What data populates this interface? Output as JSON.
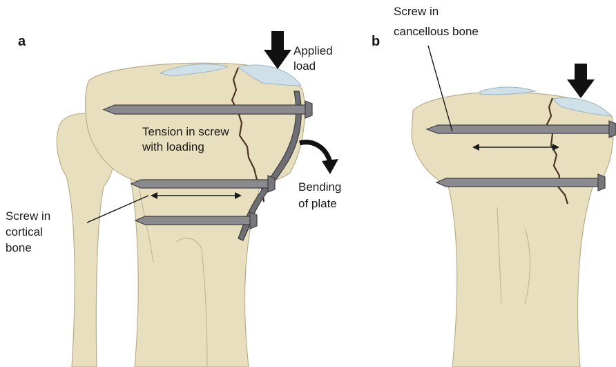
{
  "panels": {
    "a": {
      "letter": "a",
      "applied_load": [
        "Applied",
        "load"
      ],
      "tension": [
        "Tension in screw",
        "with loading"
      ],
      "bending": [
        "Bending",
        "of plate"
      ],
      "cortical": [
        "Screw in",
        "cortical",
        "bone"
      ]
    },
    "b": {
      "letter": "b",
      "cancellous": [
        "Screw in",
        "cancellous bone"
      ]
    }
  },
  "colors": {
    "bone": "#e8dfbf",
    "cartilage": "#cfe0e8",
    "screw": "#8a8a8e",
    "fracture": "#4a3322",
    "arrow": "#111111"
  }
}
